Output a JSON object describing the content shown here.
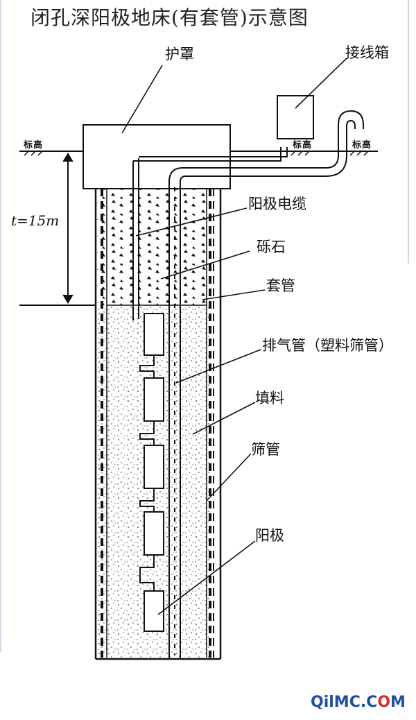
{
  "title": "闭孔深阳极地床(有套管)示意图",
  "labels": {
    "cover": "护罩",
    "junction_box": "接线箱",
    "anode_cable": "阳极电缆",
    "gravel": "砾石",
    "casing": "套管",
    "vent_pipe": "排气管（塑料筛管）",
    "backfill": "填料",
    "screen_pipe": "筛管",
    "anode": "阳极"
  },
  "depth_label": "t=15m",
  "ground_mark": "标高",
  "watermark": {
    "prefix": "Qi",
    "o": "l",
    "rest": "MC.C",
    "o2": "O",
    "tail": "M"
  }
}
